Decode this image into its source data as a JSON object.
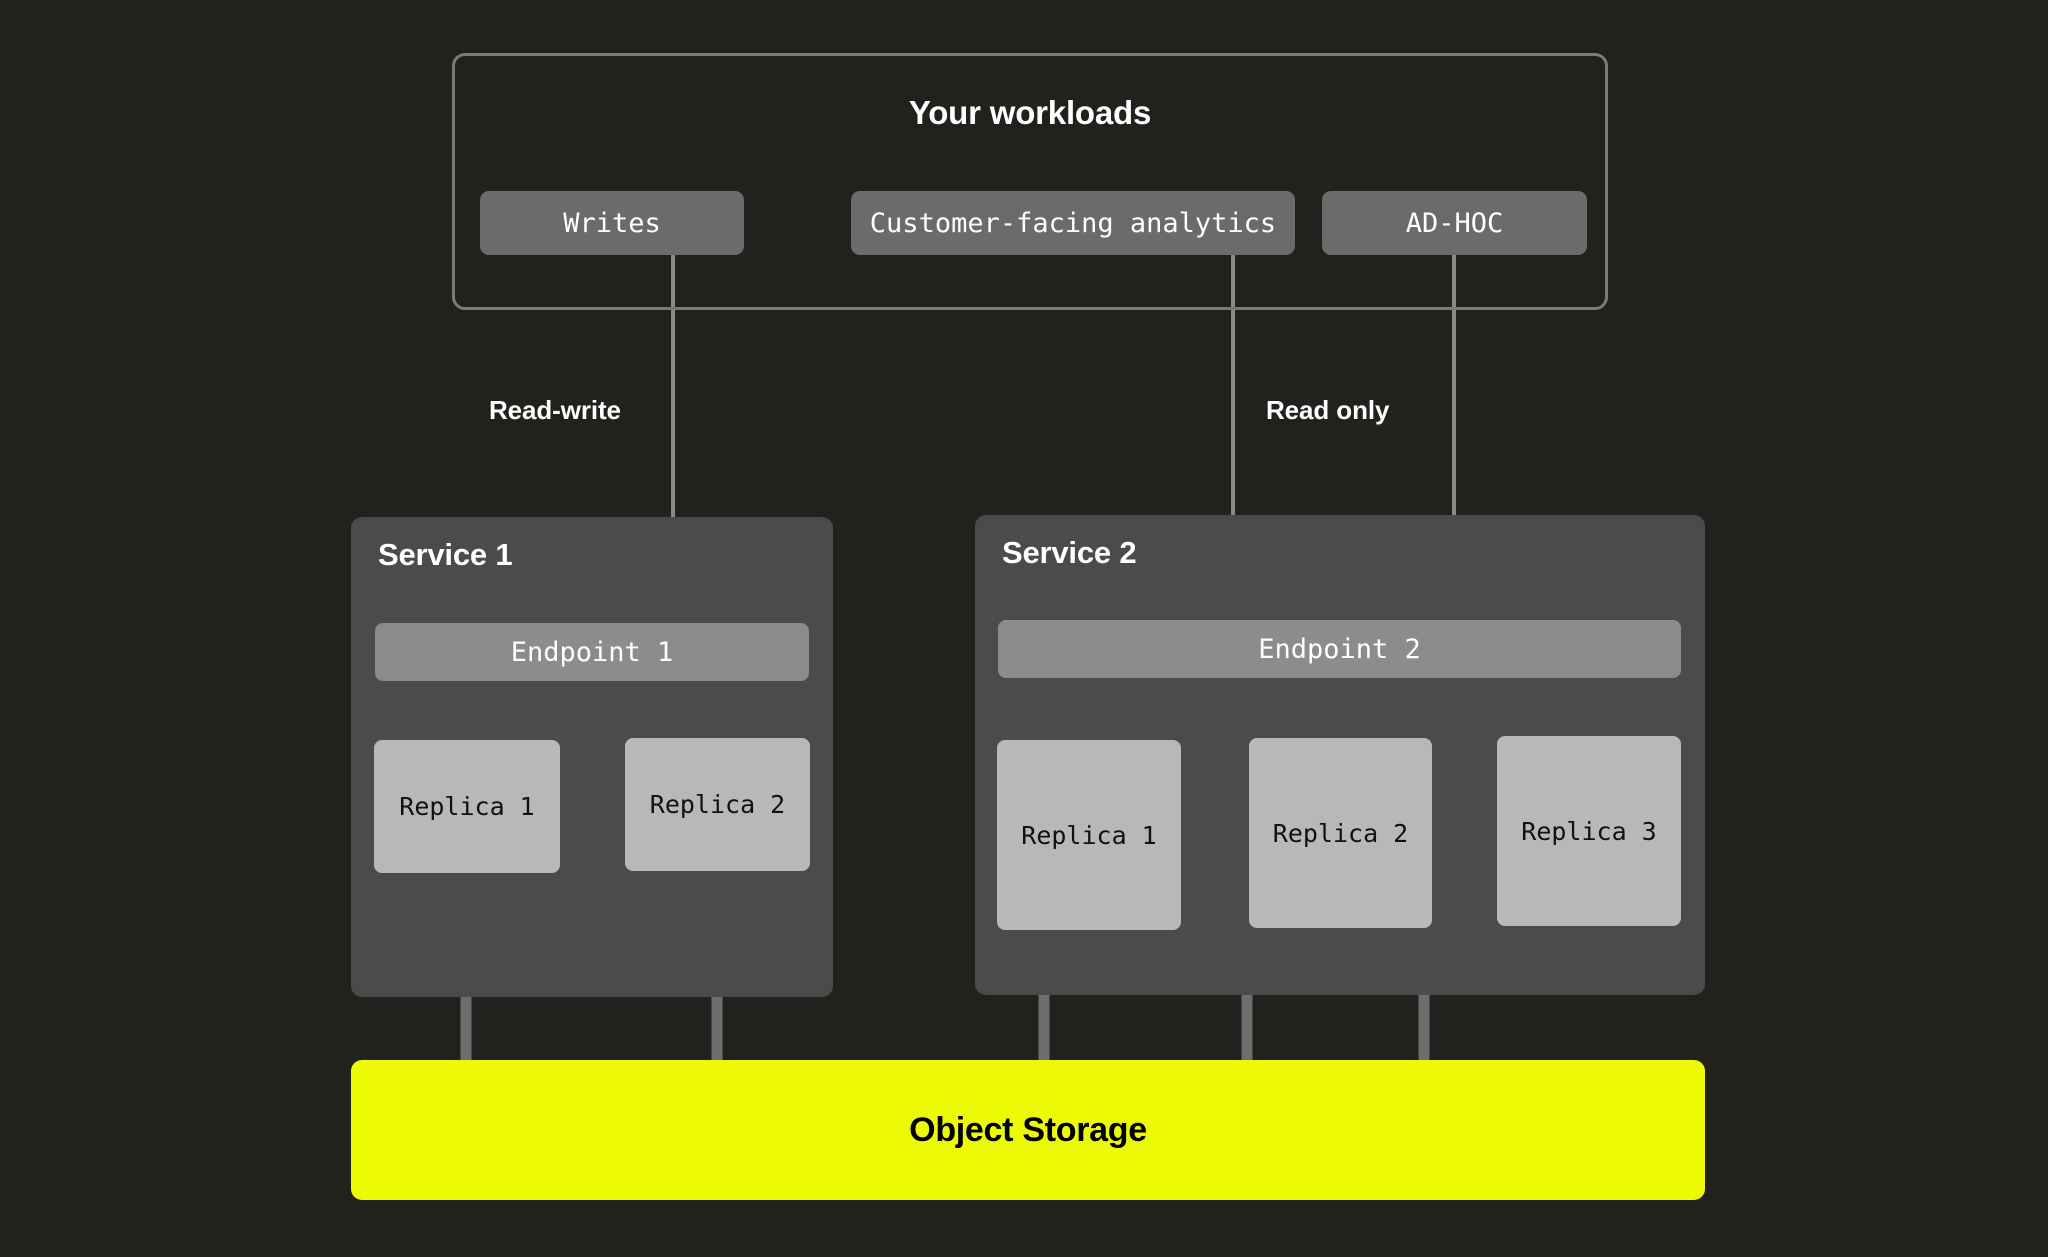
{
  "diagram": {
    "background_color": "#21211E",
    "workloads": {
      "title": "Your workloads",
      "border_color": "#7A7A7A",
      "boxes": [
        {
          "label": "Writes",
          "color": "#6B6B6B"
        },
        {
          "label": "Customer-facing analytics",
          "color": "#6B6B6B"
        },
        {
          "label": "AD-HOC",
          "color": "#6B6B6B"
        }
      ]
    },
    "flow_labels": [
      {
        "label": "Read-write"
      },
      {
        "label": "Read only"
      }
    ],
    "services": [
      {
        "title": "Service 1",
        "color": "#4B4B4B",
        "endpoint": {
          "label": "Endpoint 1",
          "color": "#8C8C8C"
        },
        "replicas": [
          {
            "label": "Replica 1",
            "color": "#B8B8B8"
          },
          {
            "label": "Replica 2",
            "color": "#B8B8B8"
          }
        ]
      },
      {
        "title": "Service 2",
        "color": "#4B4B4B",
        "endpoint": {
          "label": "Endpoint 2",
          "color": "#8C8C8C"
        },
        "replicas": [
          {
            "label": "Replica 1",
            "color": "#B8B8B8"
          },
          {
            "label": "Replica 2",
            "color": "#B8B8B8"
          },
          {
            "label": "Replica 3",
            "color": "#B8B8B8"
          }
        ]
      }
    ],
    "storage": {
      "label": "Object Storage",
      "color": "#ECFA05",
      "text_color": "#000000"
    },
    "connector_color": "#8A8A8A"
  }
}
